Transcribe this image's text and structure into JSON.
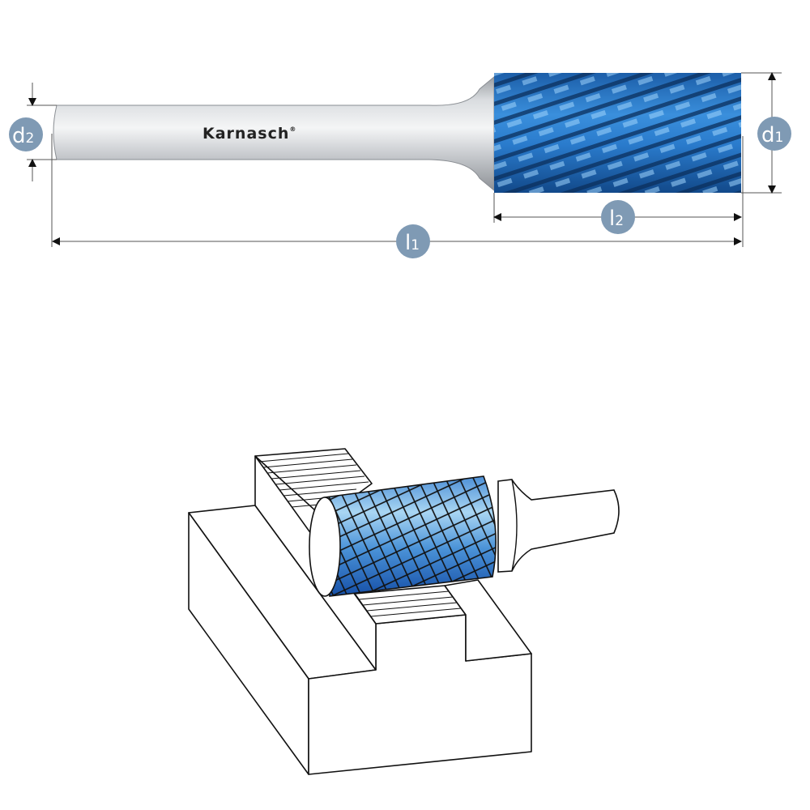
{
  "brand": {
    "name": "Karnasch",
    "mark": "®"
  },
  "dimensions": {
    "d1": {
      "letter": "d",
      "index": "1"
    },
    "d2": {
      "letter": "d",
      "index": "2"
    },
    "l1": {
      "letter": "l",
      "index": "1"
    },
    "l2": {
      "letter": "l",
      "index": "2"
    }
  },
  "colors": {
    "badge": "#7f9ab4",
    "coating": "#1e6fc0",
    "shank": "#c9ccd0"
  }
}
